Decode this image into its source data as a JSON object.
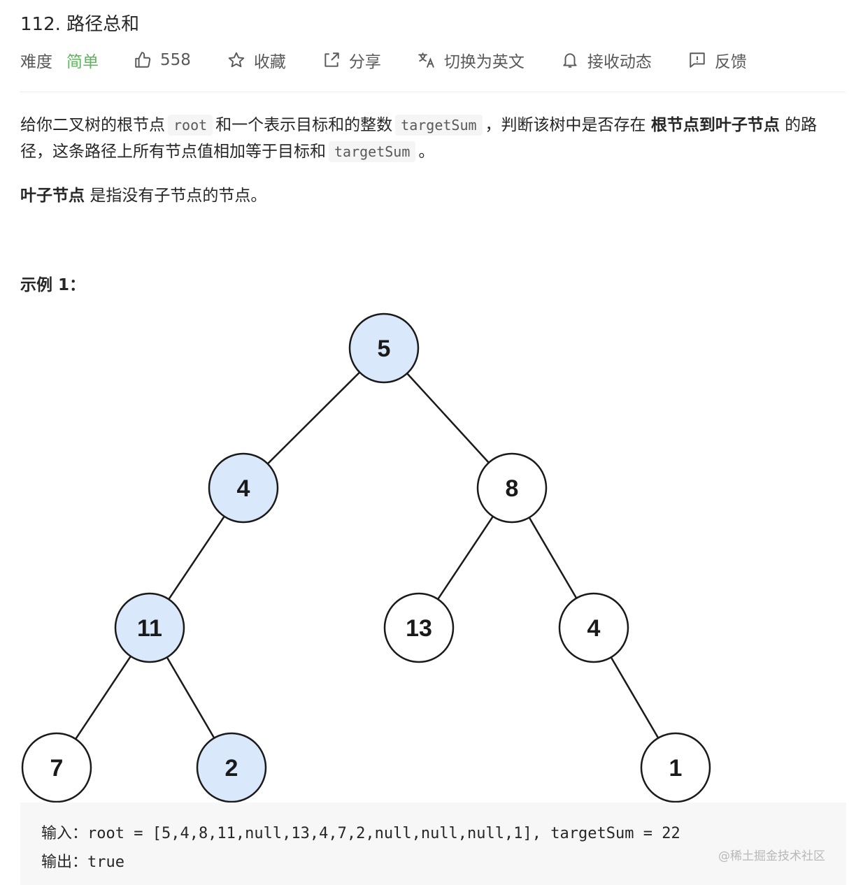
{
  "problem": {
    "title": "112. 路径总和",
    "difficulty_label": "难度",
    "difficulty": "简单",
    "likes": "558",
    "collect_label": "收藏",
    "share_label": "分享",
    "switch_lang_label": "切换为英文",
    "notify_label": "接收动态",
    "feedback_label": "反馈"
  },
  "description": {
    "p1_a": "给你二叉树的根节点",
    "p1_code1": "root",
    "p1_b": "和一个表示目标和的整数",
    "p1_code2": "targetSum",
    "p1_c": "，判断该树中是否存在",
    "p1_bold": "根节点到叶子节点",
    "p1_d": "的路径，这条路径上所有节点值相加等于目标和",
    "p1_code3": "targetSum",
    "p1_e": "。",
    "p2_bold": "叶子节点",
    "p2_rest": "是指没有子节点的节点。"
  },
  "example": {
    "title": "示例 1：",
    "tree_nodes": [
      {
        "value": "5",
        "highlight": true
      },
      {
        "value": "4",
        "highlight": true
      },
      {
        "value": "8",
        "highlight": false
      },
      {
        "value": "11",
        "highlight": true
      },
      {
        "value": "13",
        "highlight": false
      },
      {
        "value": "4",
        "highlight": false
      },
      {
        "value": "7",
        "highlight": false
      },
      {
        "value": "2",
        "highlight": true
      },
      {
        "value": "1",
        "highlight": false
      }
    ],
    "input_line": "输入：root = [5,4,8,11,null,13,4,7,2,null,null,null,1], targetSum = 22",
    "output_line": "输出：true",
    "watermark": "@稀土掘金技术社区"
  },
  "colors": {
    "highlight_fill": "#dae8fc",
    "normal_fill": "#ffffff",
    "difficulty": "#5cb85c",
    "code_bg": "#f7f7f8"
  }
}
